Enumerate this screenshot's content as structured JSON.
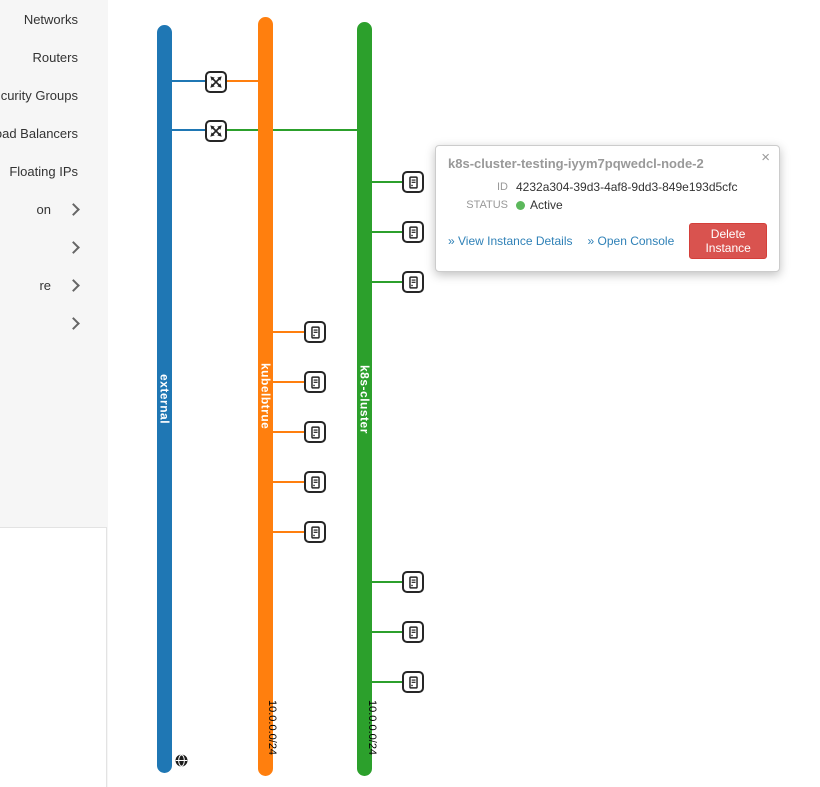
{
  "sidebar": {
    "items": [
      {
        "label": "Networks",
        "chevron": false
      },
      {
        "label": "Routers",
        "chevron": false
      },
      {
        "label": "curity Groups",
        "chevron": false
      },
      {
        "label": "oad Balancers",
        "chevron": false
      },
      {
        "label": "Floating IPs",
        "chevron": false
      },
      {
        "label": "on",
        "chevron": true
      },
      {
        "label": "",
        "chevron": true
      },
      {
        "label": "re",
        "chevron": true
      },
      {
        "label": "",
        "chevron": true
      }
    ]
  },
  "topology": {
    "networks": [
      {
        "name": "external",
        "color": "#1f77b4"
      },
      {
        "name": "kubelbtrue",
        "color": "#ff7f0e",
        "subnet": "10.0.0.0/24"
      },
      {
        "name": "k8s-cluster",
        "color": "#2ca02c",
        "subnet": "10.0.0.0/24"
      }
    ],
    "router_count": 2,
    "instance_count_green": 6,
    "instance_count_orange": 5
  },
  "tooltip": {
    "title": "k8s-cluster-testing-iyym7pqwedcl-node-2",
    "close_label": "×",
    "id_label": "ID",
    "id_value": "4232a304-39d3-4af8-9dd3-849e193d5cfc",
    "status_label": "STATUS",
    "status_value": "Active",
    "status_color": "#5cb85c",
    "view_details_label": "» View Instance Details",
    "open_console_label": "» Open Console",
    "delete_label": "Delete Instance",
    "delete_color": "#d9534f"
  }
}
